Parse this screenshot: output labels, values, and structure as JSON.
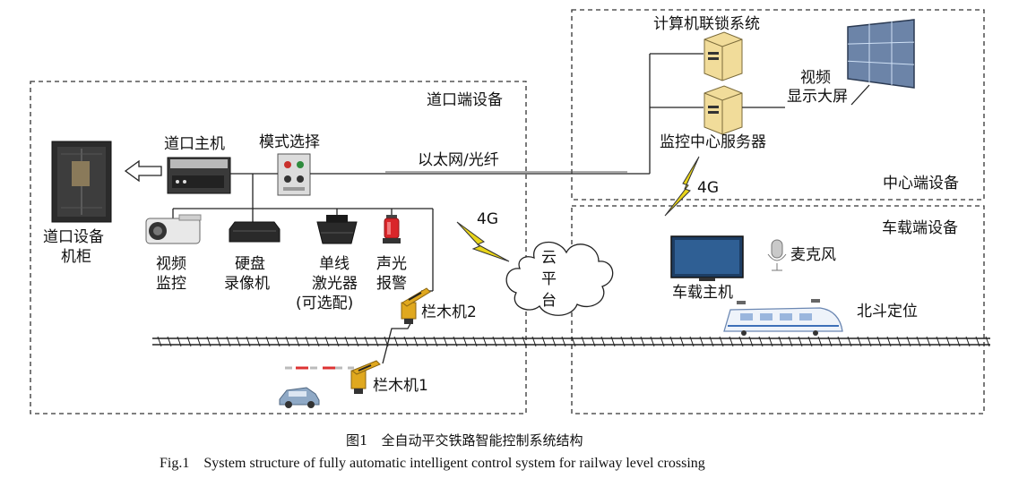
{
  "regions": {
    "crossing": "道口端设备",
    "center": "中心端设备",
    "vehicle": "车载端设备"
  },
  "devices": {
    "crossing_cabinet": [
      "道口设备",
      "机柜"
    ],
    "crossing_host": "道口主机",
    "mode_select": "模式选择",
    "video_monitor": [
      "视频",
      "监控"
    ],
    "disk_recorder": [
      "硬盘",
      "录像机"
    ],
    "laser": [
      "单线",
      "激光器",
      "(可选配)"
    ],
    "alarm": [
      "声光",
      "报警"
    ],
    "barrier2": "栏木机2",
    "barrier1": "栏木机1",
    "interlock": "计算机联锁系统",
    "big_screen": [
      "视频",
      "显示大屏"
    ],
    "monitor_server": "监控中心服务器",
    "cloud": [
      "云",
      "平",
      "台"
    ],
    "vehicle_host": "车载主机",
    "microphone": "麦克风",
    "beidou": "北斗定位"
  },
  "links": {
    "ethernet": "以太网/光纤",
    "g4_left": "4G",
    "g4_right": "4G"
  },
  "caption": {
    "zh": "图1　全自动平交铁路智能控制系统结构",
    "en": "Fig.1　System structure of fully automatic intelligent control system for railway level crossing"
  }
}
